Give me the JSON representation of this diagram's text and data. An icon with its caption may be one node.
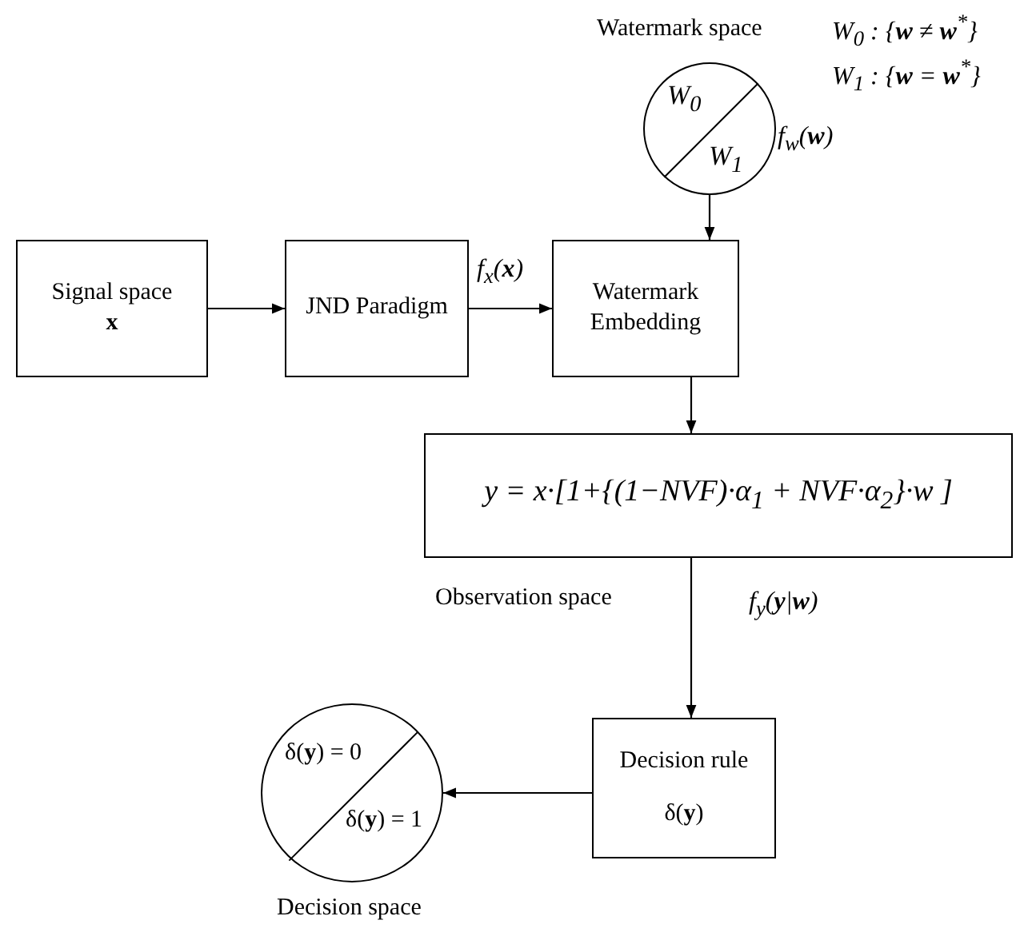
{
  "diagram": {
    "nodes": [
      {
        "text": [
          "Signal space",
          "**x**"
        ]
      },
      {
        "text": [
          "JND Paradigm"
        ]
      },
      {
        "text": [
          "Watermark Embedding"
        ]
      },
      {
        "text": [
          "Watermark space",
          "W$_{0}$",
          "W$_{1}$"
        ],
        "beside": [
          "f$_{w}$(**w**)"
        ]
      },
      {
        "text": [
          "y = x·[1+{(1−NVF)·α$_{1}$ + NVF·α$_{2}$}·w ]"
        ]
      },
      {
        "text": [
          "Decision rule",
          "δ(**y**)"
        ]
      },
      {
        "text": [
          "δ(**y**) = 0",
          "δ(**y**) = 1"
        ],
        "beside": [
          "Decision space"
        ]
      }
    ],
    "edges": [
      {
        "from": 0,
        "to": 1,
        "arrow": "to"
      },
      {
        "from": 1,
        "to": 2,
        "arrow": "to",
        "label": "f$_{x}$(**x**)"
      },
      {
        "from": 3,
        "to": 2,
        "arrow": "to"
      },
      {
        "from": 2,
        "to": 4,
        "arrow": "to"
      },
      {
        "from": 4,
        "to": 5,
        "arrow": "to",
        "label": "f$_{y}$(**y**|**w**)"
      },
      {
        "from": 5,
        "to": 6,
        "arrow": "to"
      }
    ],
    "labels": [
      "W$_{0}$ : {**w** ≠ **w**$^{*}$}",
      "W$_{1}$ : {**w** = **w**$^{*}$}",
      "Observation space"
    ]
  }
}
